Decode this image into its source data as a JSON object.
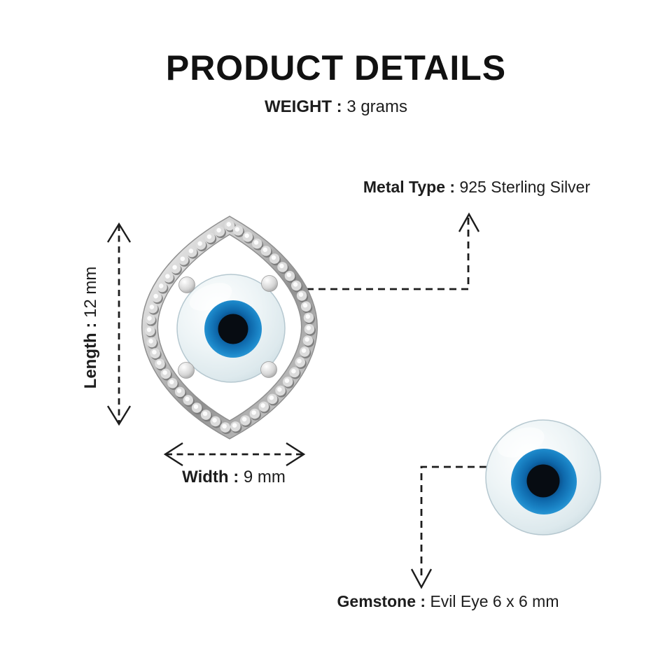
{
  "page": {
    "title": "PRODUCT DETAILS"
  },
  "specs": {
    "weight": {
      "label": "WEIGHT",
      "separator": " : ",
      "value": "3 grams"
    },
    "metal_type": {
      "label": "Metal Type",
      "separator": " : ",
      "value": "925 Sterling Silver"
    },
    "length": {
      "label": "Length",
      "separator": " : ",
      "value": "12 mm"
    },
    "width": {
      "label": "Width",
      "separator": " : ",
      "value": "9 mm"
    },
    "gemstone": {
      "label": "Gemstone",
      "separator": " : ",
      "value": "Evil Eye 6 x 6 mm"
    }
  },
  "graphics": {
    "front_view_icon": "evil-eye-marquise-stud-icon",
    "gemstone_icon": "evil-eye-round-stone-icon"
  },
  "colors": {
    "background": "#ffffff",
    "text": "#1d1d1d",
    "line": "#1c1c1c",
    "silver": "#c6c6c6",
    "stone_white": "#e3edf0",
    "iris_blue": "#1478bb",
    "pupil_black": "#070c12"
  }
}
